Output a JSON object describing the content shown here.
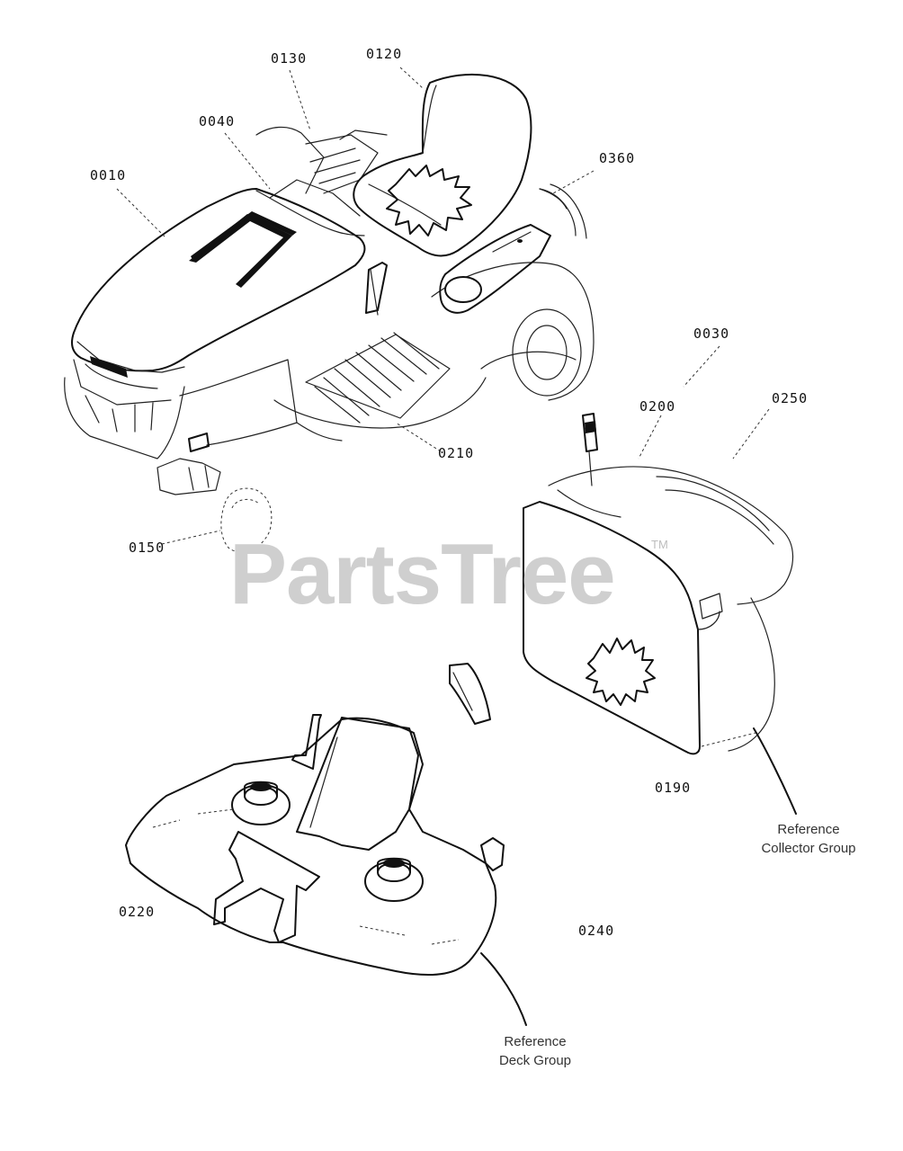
{
  "labels": {
    "p0130": "0130",
    "p0120": "0120",
    "p0040": "0040",
    "p0010": "0010",
    "p0360": "0360",
    "p0030": "0030",
    "p0200": "0200",
    "p0250": "0250",
    "p0210": "0210",
    "p0150": "0150",
    "p0190": "0190",
    "p0220": "0220",
    "p0240": "0240"
  },
  "references": {
    "collector_line1": "Reference",
    "collector_line2": "Collector Group",
    "deck_line1": "Reference",
    "deck_line2": "Deck Group"
  },
  "watermark": {
    "brand": "PartsTree",
    "tm": "TM"
  }
}
